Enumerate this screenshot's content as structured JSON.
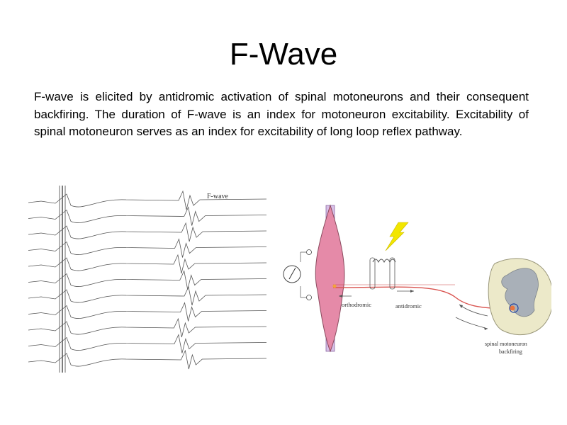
{
  "slide": {
    "title": "F-Wave",
    "body": "F-wave is elicited by antidromic activation of spinal motoneurons and their consequent backfiring. The duration of F-wave is an  index for motoneuron excitability. Excitability of spinal motoneuron serves as an index for excitability of long loop reflex pathway."
  },
  "figure_traces": {
    "label": "F-wave",
    "trace_count": 11
  },
  "figure_diagram": {
    "label_orthodromic": "orthodromic",
    "label_antidromic": "antidromic",
    "label_spinal_line1": "spinal motoneuron",
    "label_spinal_line2": "backfiring",
    "colors": {
      "muscle": "#e58aa8",
      "nerve": "#d9534f",
      "bolt": "#f2e600",
      "spinal_cord": "#ece9c9",
      "grey_matter": "#a9b0b8"
    }
  }
}
